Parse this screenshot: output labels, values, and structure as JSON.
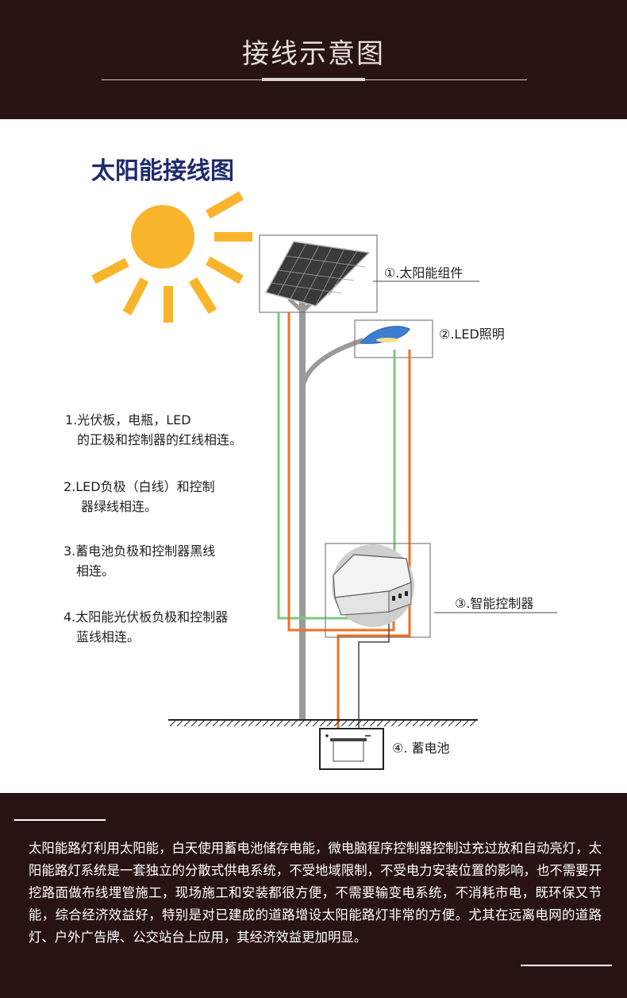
{
  "header": {
    "title": "接线示意图"
  },
  "diagram": {
    "title": "太阳能接线图",
    "labels": {
      "panel": "①.太阳能组件",
      "led": "②.LED照明",
      "controller": "③.智能控制器",
      "battery": "④. 蓄电池"
    },
    "notes": [
      {
        "line1": "1.光伏板，电瓶，LED",
        "line2": "的正极和控制器的红线相连。"
      },
      {
        "line1": "2.LED负极（白线）和控制",
        "line2": "器绿线相连。"
      },
      {
        "line1": "3.蓄电池负极和控制器黑线",
        "line2": "相连。"
      },
      {
        "line1": "4.太阳能光伏板负极和控制器",
        "line2": "蓝线相连。"
      }
    ],
    "wire_colors": {
      "positive": "#f07020",
      "negative": "#7cc87c"
    },
    "sun_color": "#f8b52c"
  },
  "description": {
    "text": "太阳能路灯利用太阳能，白天使用蓄电池储存电能，微电脑程序控制器控制过充过放和自动亮灯，太阳能路灯系统是一套独立的分散式供电系统，不受地域限制，不受电力安装位置的影响，也不需要开挖路面做布线埋管施工，现场施工和安装都很方便，不需要输变电系统，不消耗市电，既环保又节能，综合经济效益好，特别是对已建成的道路增设太阳能路灯非常的方便。尤其在远离电网的道路灯、户外广告牌、公交站台上应用，其经济效益更加明显。"
  }
}
